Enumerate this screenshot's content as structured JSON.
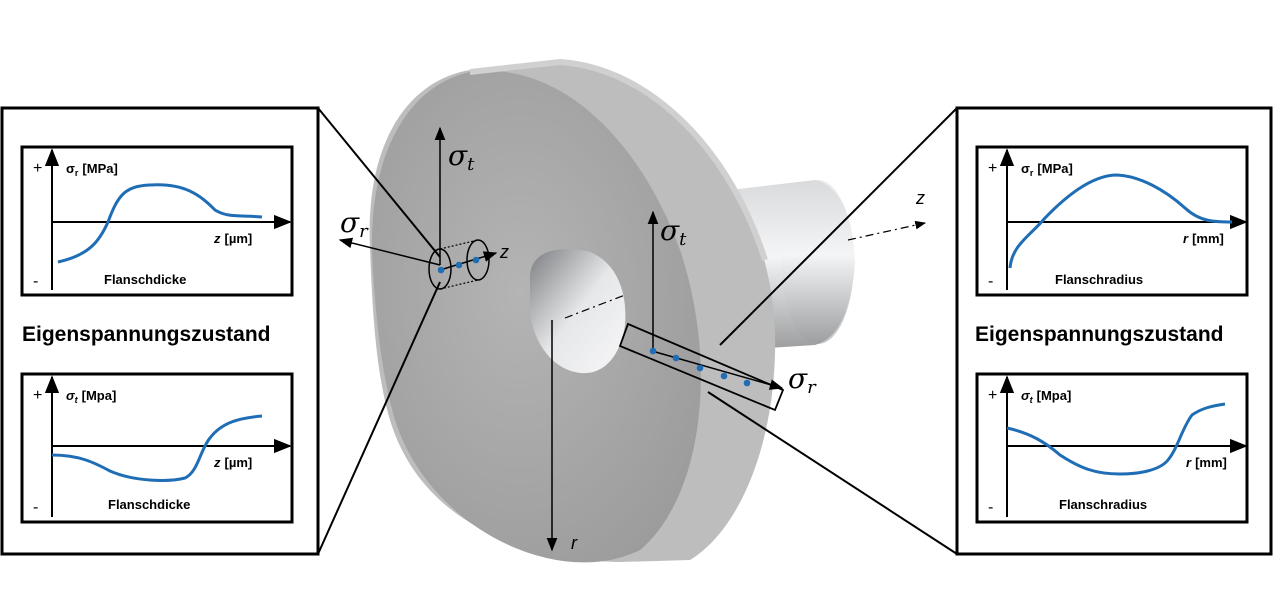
{
  "left_panel": {
    "heading": "Eigenspannungszustand",
    "plots": [
      {
        "plus": "+",
        "minus": "-",
        "ylabel_prefix": "σ",
        "ylabel_sub": "r",
        "ylabel_unit": "[MPa]",
        "xlabel_var": "z",
        "xlabel_unit": "[µm]",
        "caption": "Flanschdicke"
      },
      {
        "plus": "+",
        "minus": "-",
        "ylabel_prefix": "σ",
        "ylabel_sub": "t",
        "ylabel_unit": "[Mpa]",
        "xlabel_var": "z",
        "xlabel_unit": "[µm]",
        "caption": "Flanschdicke"
      }
    ]
  },
  "right_panel": {
    "heading": "Eigenspannungszustand",
    "plots": [
      {
        "plus": "+",
        "minus": "-",
        "ylabel_prefix": "σ",
        "ylabel_sub": "r",
        "ylabel_unit": "[MPa]",
        "xlabel_var": "r",
        "xlabel_unit": "[mm]",
        "caption": "Flanschradius"
      },
      {
        "plus": "+",
        "minus": "-",
        "ylabel_prefix": "σ",
        "ylabel_sub": "t",
        "ylabel_unit": "[Mpa]",
        "xlabel_var": "r",
        "xlabel_unit": "[mm]",
        "caption": "Flanschradius"
      }
    ]
  },
  "disk_labels": {
    "sigma": "σ",
    "t": "t",
    "r": "r",
    "z": "z",
    "r_axis": "r",
    "z_axis": "z"
  },
  "colors": {
    "curve": "#1f6db5",
    "point": "#1f6db5",
    "disk": "#a3a3a3",
    "frame": "#000000"
  }
}
